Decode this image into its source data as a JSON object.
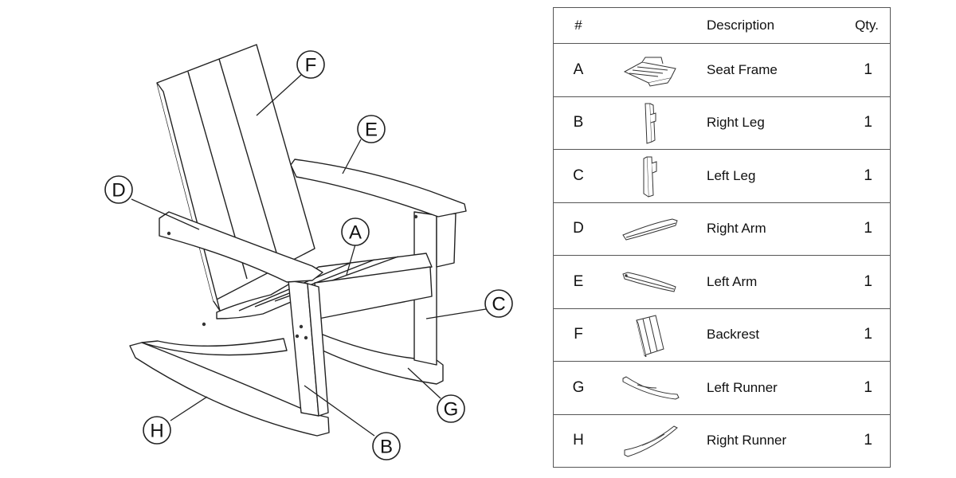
{
  "diagram": {
    "callouts": [
      "F",
      "E",
      "D",
      "A",
      "C",
      "G",
      "H",
      "B"
    ]
  },
  "table": {
    "headers": {
      "num": "#",
      "description": "Description",
      "qty": "Qty."
    },
    "rows": [
      {
        "id": "A",
        "description": "Seat Frame",
        "qty": "1",
        "icon": "seat-frame-icon"
      },
      {
        "id": "B",
        "description": "Right Leg",
        "qty": "1",
        "icon": "right-leg-icon"
      },
      {
        "id": "C",
        "description": "Left Leg",
        "qty": "1",
        "icon": "left-leg-icon"
      },
      {
        "id": "D",
        "description": "Right Arm",
        "qty": "1",
        "icon": "right-arm-icon"
      },
      {
        "id": "E",
        "description": "Left Arm",
        "qty": "1",
        "icon": "left-arm-icon"
      },
      {
        "id": "F",
        "description": "Backrest",
        "qty": "1",
        "icon": "backrest-icon"
      },
      {
        "id": "G",
        "description": "Left Runner",
        "qty": "1",
        "icon": "left-runner-icon"
      },
      {
        "id": "H",
        "description": "Right Runner",
        "qty": "1",
        "icon": "right-runner-icon"
      }
    ]
  }
}
